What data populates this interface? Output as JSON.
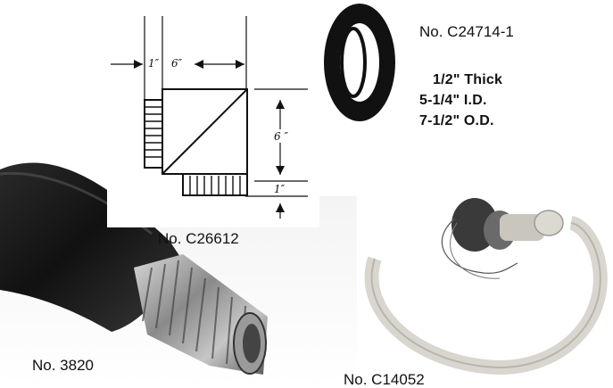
{
  "products": {
    "elbow": {
      "label": "No. C26612",
      "dims": {
        "collar": "1″",
        "width": "6″",
        "height": "6 ″",
        "bottom": "1″"
      }
    },
    "gasket": {
      "label": "No. C24714-1",
      "specs": [
        "1/2\"  Thick",
        "5-1/4\" I.D.",
        "7-1/2\" O.D."
      ]
    },
    "hose": {
      "label": "No. 3820"
    },
    "tubing": {
      "label": "No. C14052"
    }
  }
}
